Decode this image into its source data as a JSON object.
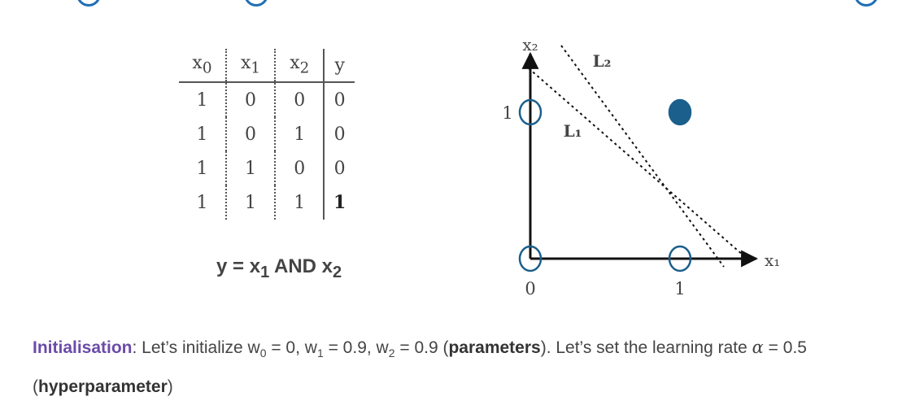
{
  "table": {
    "headers": [
      {
        "main": "x",
        "sub": "0"
      },
      {
        "main": "x",
        "sub": "1"
      },
      {
        "main": "x",
        "sub": "2"
      },
      {
        "main": "y",
        "sub": ""
      }
    ],
    "rows": [
      [
        "1",
        "0",
        "0",
        "0"
      ],
      [
        "1",
        "0",
        "1",
        "0"
      ],
      [
        "1",
        "1",
        "0",
        "0"
      ],
      [
        "1",
        "1",
        "1",
        "1"
      ]
    ]
  },
  "equation": {
    "y": "y",
    "eq": " = ",
    "x1": "x",
    "x1_sub": "1",
    "op": " AND ",
    "x2": "x",
    "x2_sub": "2"
  },
  "plot": {
    "x_axis_label": "x₁",
    "y_axis_label": "x₂",
    "x_ticks": [
      "0",
      "1"
    ],
    "y_ticks": [
      "1"
    ],
    "line1_label": "L₁",
    "line2_label": "L₂",
    "points": [
      {
        "x1": 0,
        "x2": 0,
        "y": 0
      },
      {
        "x1": 1,
        "x2": 0,
        "y": 0
      },
      {
        "x1": 0,
        "x2": 1,
        "y": 0
      },
      {
        "x1": 1,
        "x2": 1,
        "y": 1
      }
    ],
    "colors": {
      "point": "#1b5f8c",
      "axis": "#111111"
    }
  },
  "note": {
    "heading": "Initialisation",
    "t1": ": Let’s initialize w",
    "s0": "0",
    "t2": " = 0, w",
    "s1": "1",
    "t3": " = 0.9, w",
    "s2": "2",
    "t4": " = 0.9 (",
    "params": "parameters",
    "t5": "). Let’s set the learning rate ",
    "alpha": "α",
    "t6": " = 0.5",
    "t7": "(",
    "hyper": "hyperparameter",
    "t8": ")"
  },
  "colors": {
    "accent": "#6a4ba8",
    "arc": "#1f6fb5"
  }
}
